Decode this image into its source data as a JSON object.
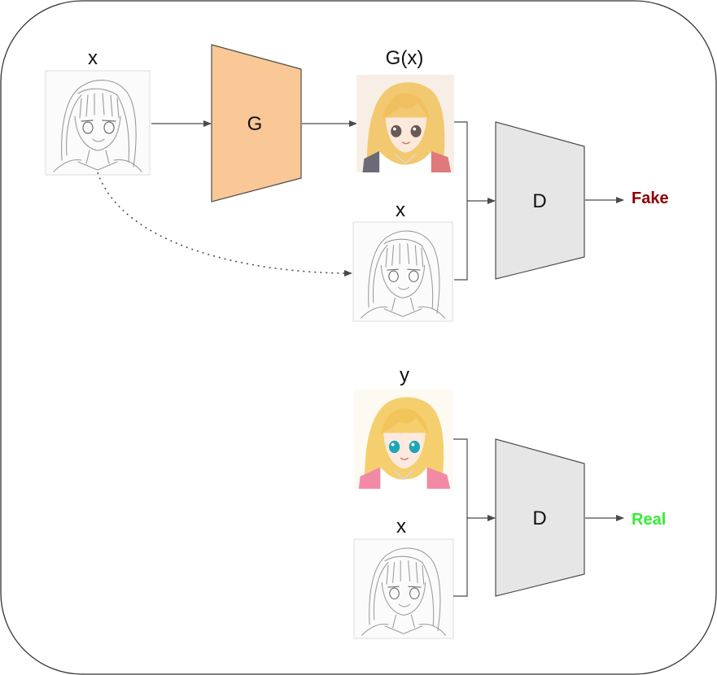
{
  "top": {
    "input_label": "x",
    "generator_label": "G",
    "generated_label": "G(x)",
    "paired_input_label": "x",
    "discriminator_label": "D",
    "output_label": "Fake"
  },
  "bottom": {
    "target_label": "y",
    "paired_input_label": "x",
    "discriminator_label": "D",
    "output_label": "Real"
  },
  "colors": {
    "generator_fill": "#FAC796",
    "discriminator_fill": "#E6E6E6",
    "fake_text": "#8B0000",
    "real_text": "#33EE33",
    "frame_stroke": "#333333"
  },
  "icons": {
    "sketch_image": "anime-sketch-portrait",
    "generated_image": "anime-colorized-portrait-generated",
    "target_image": "anime-colored-portrait-target"
  }
}
